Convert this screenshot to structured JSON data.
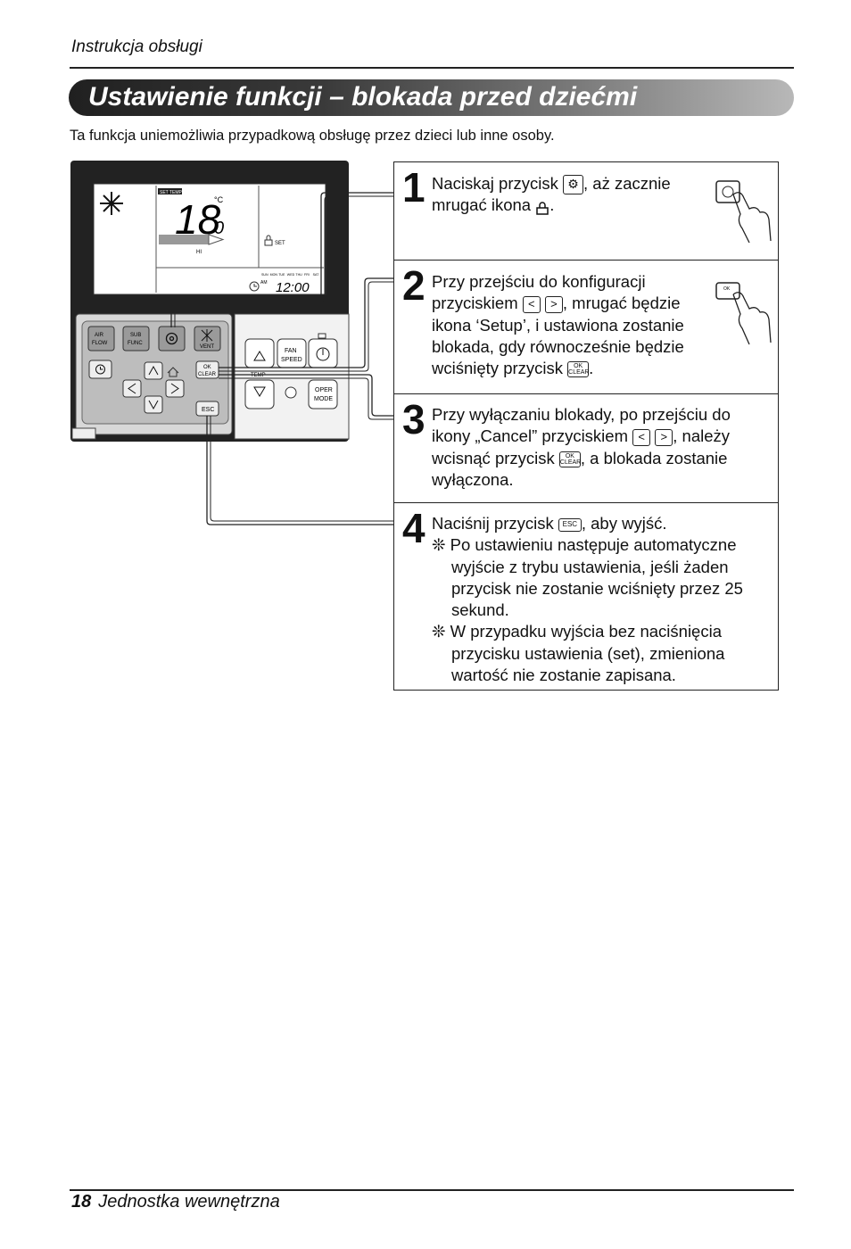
{
  "header": {
    "text": "Instrukcja obsługi"
  },
  "title": "Ustawienie funkcji – blokada przed dziećmi",
  "intro": "Ta funkcja uniemożliwia przypadkową obsługę przez dzieci lub inne osoby.",
  "remote": {
    "display": {
      "set_temp": "SET TEMP",
      "temp": "18",
      "temp_decimal": "0",
      "unit": "°C",
      "fan_level": "HI",
      "lock_set": "SET",
      "days": [
        "SUN",
        "MON",
        "TUE",
        "WED",
        "THU",
        "FRI",
        "SAT"
      ],
      "am": "AM",
      "clock": "12:00"
    },
    "buttons": {
      "air_flow_1": "AIR",
      "air_flow_2": "FLOW",
      "sub_func_1": "SUB",
      "sub_func_2": "FUNC",
      "vent": "VENT",
      "ok": "OK",
      "clear": "CLEAR",
      "esc": "ESC",
      "fan_speed_1": "FAN",
      "fan_speed_2": "SPEED",
      "oper_mode_1": "OPER",
      "oper_mode_2": "MODE",
      "temp_label": "TEMP"
    }
  },
  "steps": [
    {
      "number": "1",
      "text_a": "Naciskaj przycisk ",
      "text_b": ", aż zacznie",
      "text_c": "mrugać ikona ",
      "text_d": "."
    },
    {
      "number": "2",
      "text_a": "Przy przejściu do konfiguracji",
      "text_b": "przyciskiem ",
      "text_c": ", mrugać będzie",
      "text_d": "ikona ‘Setup’, i ustawiona zostanie",
      "text_e": "blokada, gdy równocześnie będzie",
      "text_f": "wciśnięty przycisk ",
      "text_g": "."
    },
    {
      "number": "3",
      "text_a": "Przy wyłączaniu blokady, po przejściu do",
      "text_b": "ikony „Cancel” przyciskiem ",
      "text_c": ", należy",
      "text_d": "wcisnąć przycisk ",
      "text_e": ", a  blokada zostanie",
      "text_f": "wyłączona."
    },
    {
      "number": "4",
      "text_a": "Naciśnij przycisk ",
      "text_b": ", aby wyjść.",
      "notes": [
        "❊ Po ustawieniu następuje automatyczne wyjście z trybu ustawienia, jeśli żaden przycisk nie zostanie wciśnięty przez 25 sekund.",
        "❊ W przypadku wyjścia bez naciśnięcia przycisku ustawienia (set), zmieniona wartość nie zostanie zapisana."
      ]
    }
  ],
  "icons": {
    "ok": "OK",
    "clear": "CLEAR",
    "esc": "ESC",
    "prev": "<",
    "next": ">"
  },
  "footer": {
    "page": "18",
    "text": "Jednostka wewnętrzna"
  }
}
